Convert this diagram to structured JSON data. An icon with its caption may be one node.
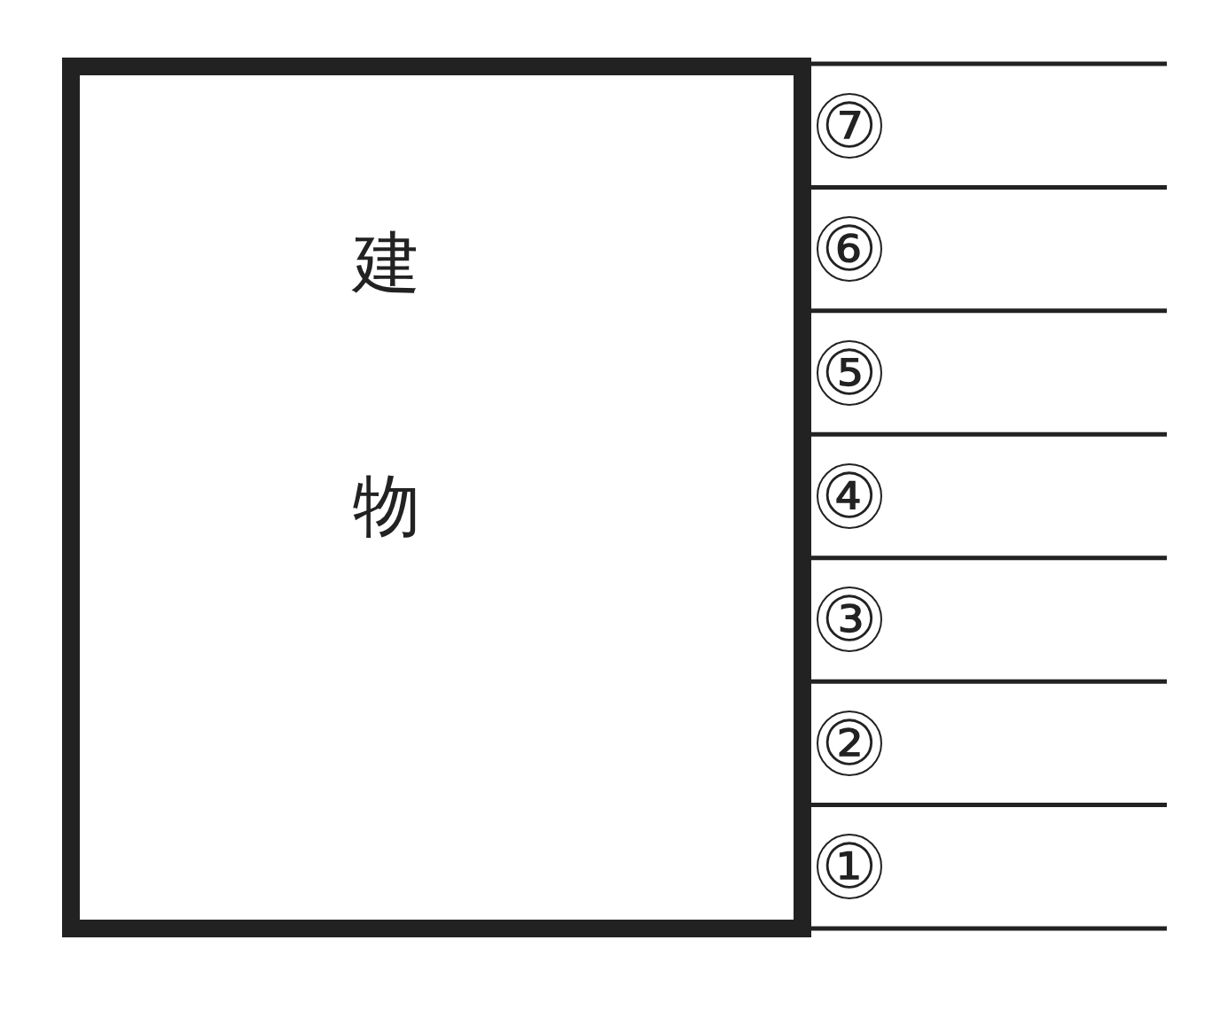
{
  "diagram": {
    "nodes": [
      {
        "text": [
          "建物"
        ]
      }
    ],
    "labels": [
      "⑦",
      "⑥",
      "⑤",
      "④",
      "③",
      "②",
      "①"
    ]
  }
}
